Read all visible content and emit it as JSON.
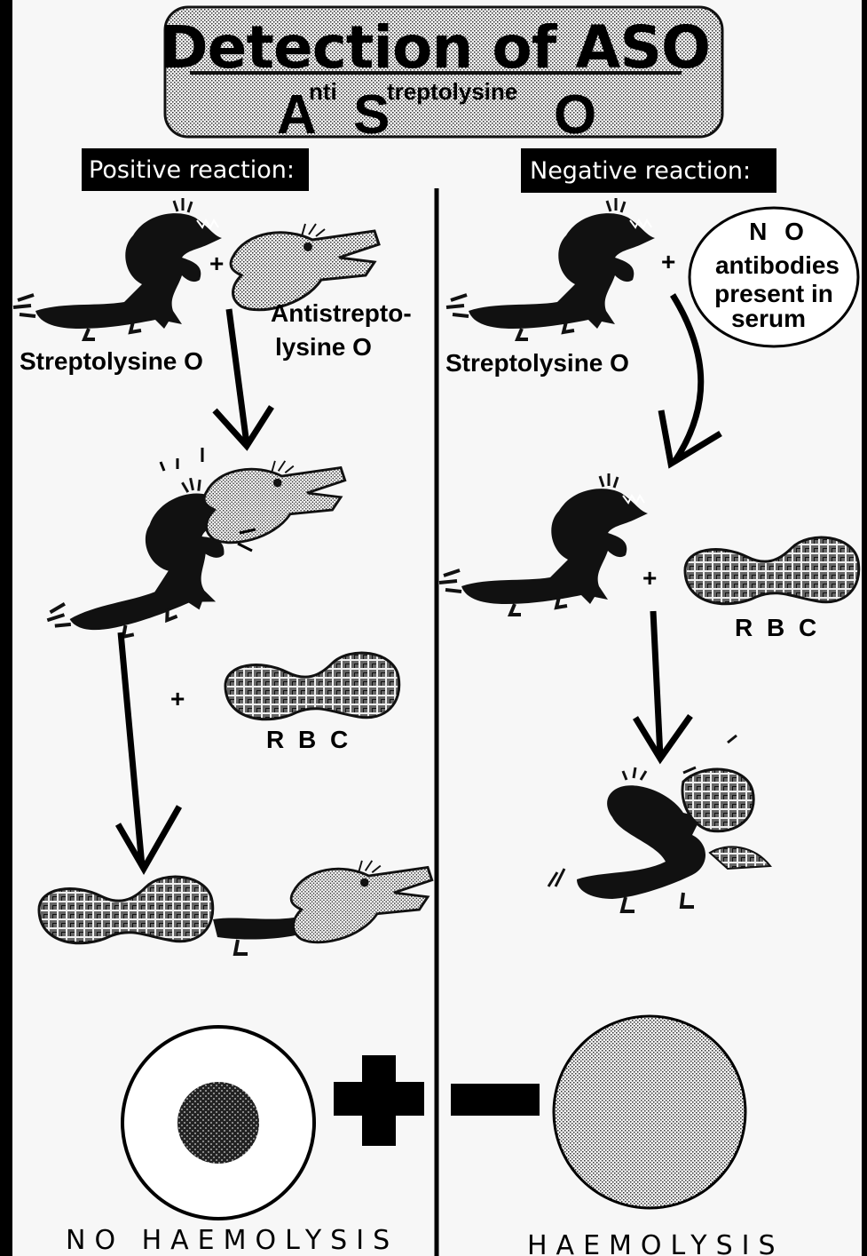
{
  "title": {
    "main": "Detection of ASO",
    "sub_cap1": "A",
    "sub_small1": "nti",
    "sub_cap2": "S",
    "sub_small2": "treptolysine",
    "sub_cap3": "O"
  },
  "positive": {
    "header": "Positive reaction:",
    "antigen_label": "Streptolysine O",
    "antibody_label_line1": "Antistrepto-",
    "antibody_label_line2": "lysine O",
    "plus1": "+",
    "plus2": "+",
    "rbc_label": "R B C",
    "result_symbol": "plus",
    "result_label": "NO HAEMOLYSIS"
  },
  "negative": {
    "header": "Negative reaction:",
    "antigen_label": "Streptolysine O",
    "no_antibodies_line1": "N O",
    "no_antibodies_line2": "antibodies",
    "no_antibodies_line3": "present in",
    "no_antibodies_line4": "serum",
    "plus1": "+",
    "plus2": "+",
    "rbc_label": "R B C",
    "result_symbol": "minus",
    "result_label": "HAEMOLYSIS"
  },
  "colors": {
    "frame": "#000000",
    "panel": "#f7f7f7",
    "stipple": "#d0d0d0",
    "plaid": "#555555"
  }
}
